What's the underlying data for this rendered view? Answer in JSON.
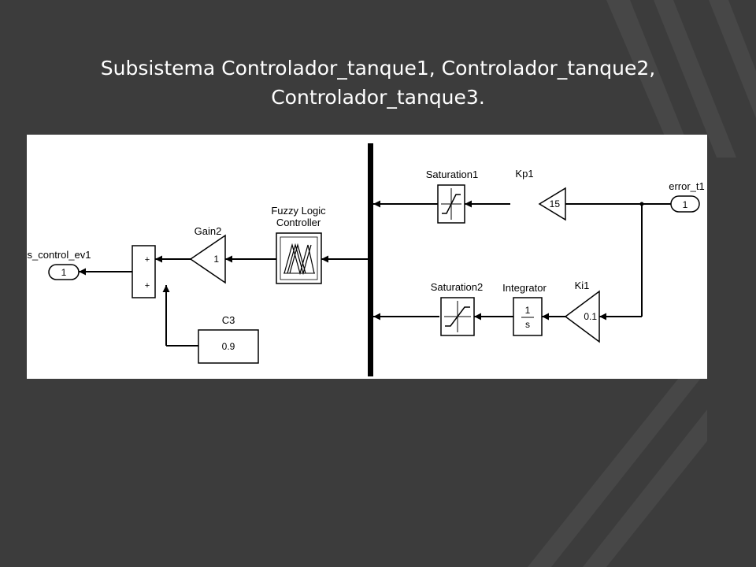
{
  "slide": {
    "title_line1": "Subsistema Controlador_tanque1, Controlador_tanque2,",
    "title_line2": "Controlador_tanque3."
  },
  "diagram": {
    "input_port": {
      "label": "error_t1",
      "number": "1"
    },
    "output_port": {
      "label": "s_control_ev1",
      "number": "1"
    },
    "kp_gain": {
      "label": "Kp1",
      "value": "15"
    },
    "ki_gain": {
      "label": "Ki1",
      "value": "0.1"
    },
    "saturation_upper": {
      "label": "Saturation1"
    },
    "saturation_lower": {
      "label": "Saturation2"
    },
    "integrator": {
      "label": "Integrator",
      "numerator": "1",
      "denominator": "s"
    },
    "fuzzy": {
      "label_line1": "Fuzzy Logic",
      "label_line2": "Controller"
    },
    "gain2": {
      "label": "Gain2",
      "value": "1"
    },
    "constant": {
      "label": "C3",
      "value": "0.9"
    },
    "sum": {
      "sign1": "+",
      "sign2": "+"
    }
  },
  "colors": {
    "background": "#3c3c3c",
    "stripe": "#484848",
    "panel": "#ffffff",
    "ink": "#000000"
  }
}
